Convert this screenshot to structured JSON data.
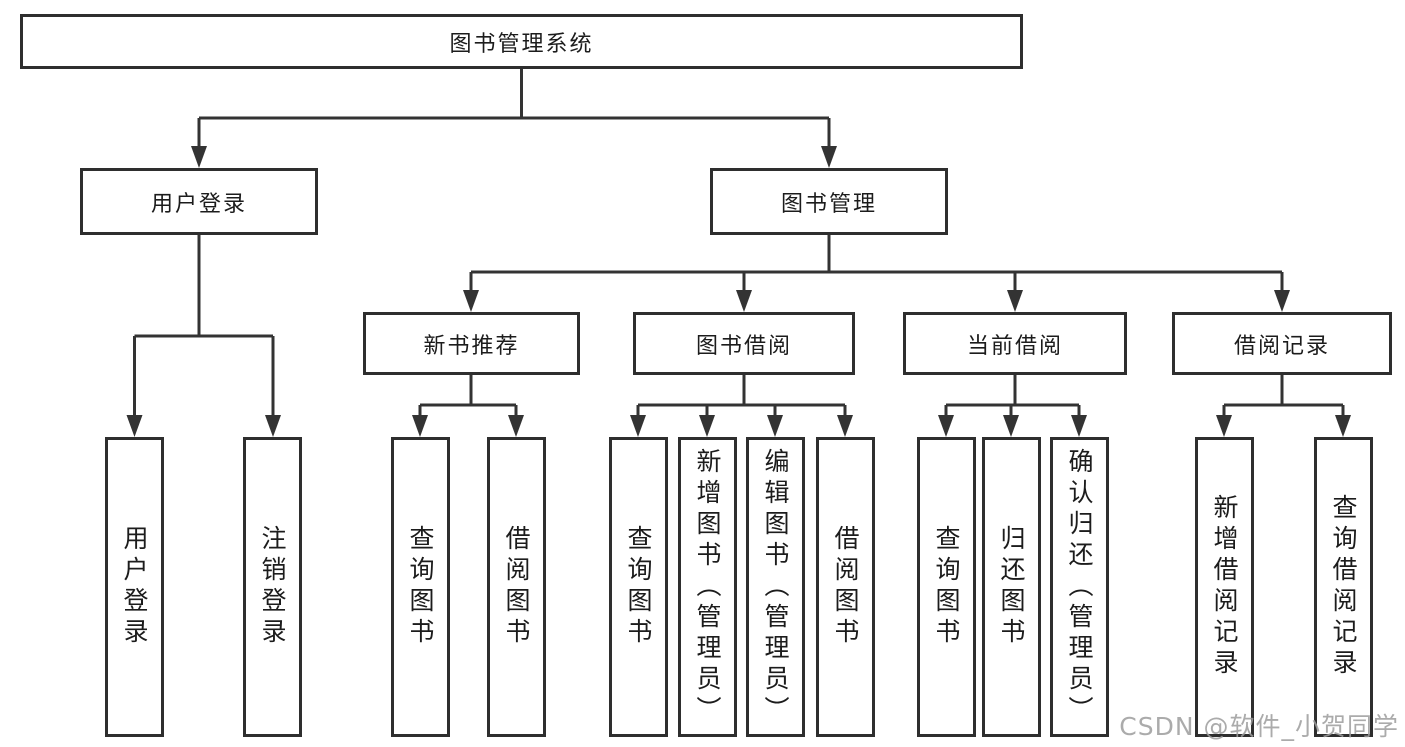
{
  "tree": {
    "root": "图书管理系统",
    "branches": [
      {
        "label": "用户登录",
        "children": [
          "用户登录",
          "注销登录"
        ]
      },
      {
        "label": "图书管理",
        "groups": [
          {
            "label": "新书推荐",
            "children": [
              "查询图书",
              "借阅图书"
            ]
          },
          {
            "label": "图书借阅",
            "children": [
              "查询图书",
              "新增图书（管理员）",
              "编辑图书（管理员）",
              "借阅图书"
            ]
          },
          {
            "label": "当前借阅",
            "children": [
              "查询图书",
              "归还图书",
              "确认归还（管理员）"
            ]
          },
          {
            "label": "借阅记录",
            "children": [
              "新增借阅记录",
              "查询借阅记录"
            ]
          }
        ]
      }
    ]
  },
  "watermark": "CSDN @软件_小贺同学",
  "colors": {
    "line": "#333333",
    "box_border": "#2e2e2e",
    "text": "#1c1c1c",
    "watermark": "#9d9d9d",
    "background": "#ffffff"
  }
}
